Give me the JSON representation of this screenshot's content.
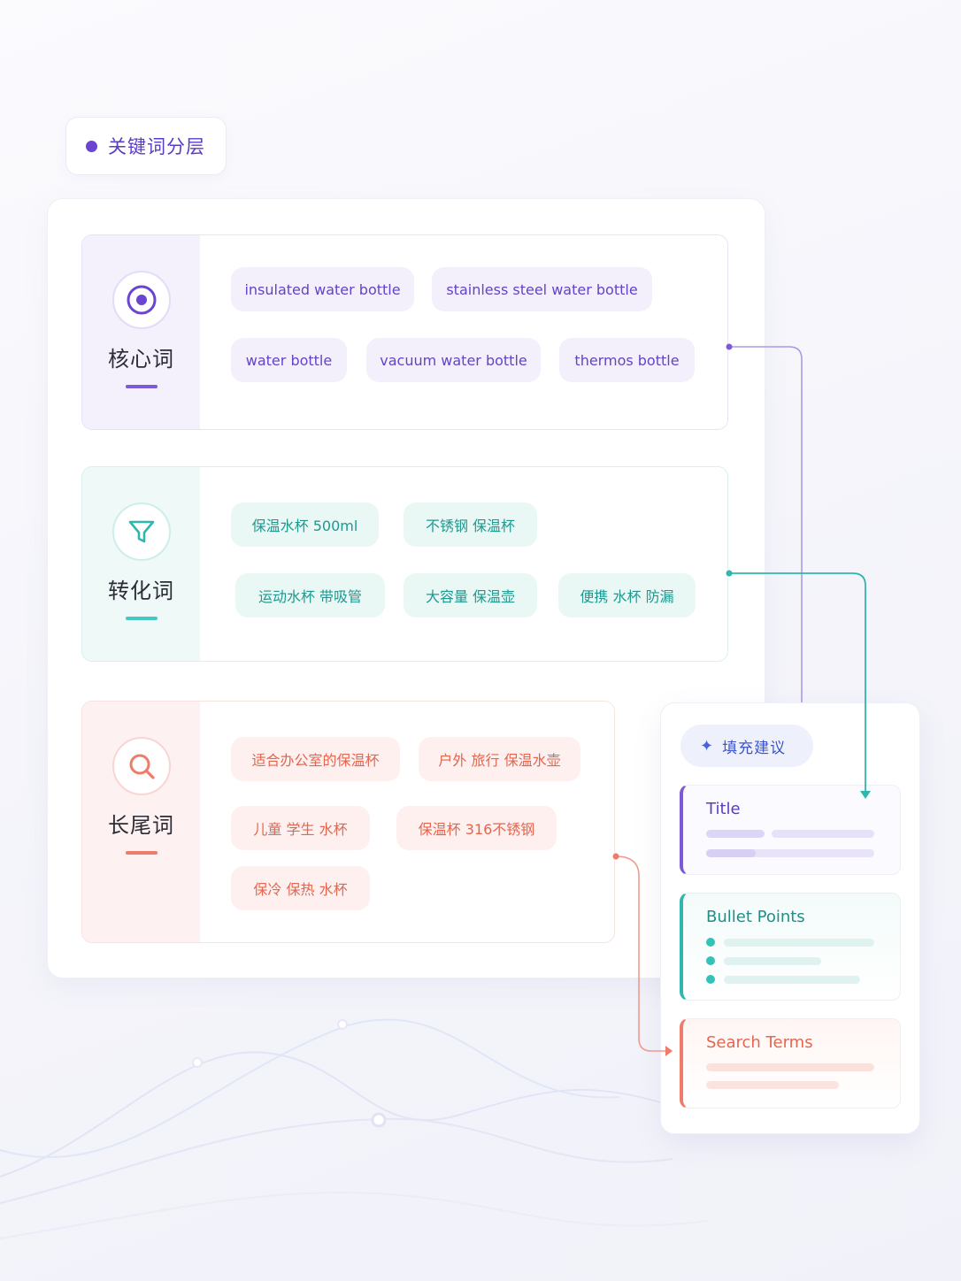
{
  "header": {
    "label": "关键词分层"
  },
  "tiers": {
    "core": {
      "label": "核心词",
      "tags": [
        "insulated water bottle",
        "stainless steel water bottle",
        "water bottle",
        "vacuum water bottle",
        "thermos bottle"
      ]
    },
    "conversion": {
      "label": "转化词",
      "tags": [
        "保温水杯 500ml",
        "不锈钢 保温杯",
        "运动水杯 带吸管",
        "大容量 保温壶",
        "便携 水杯 防漏"
      ]
    },
    "longtail": {
      "label": "长尾词",
      "tags": [
        "适合办公室的保温杯",
        "户外 旅行 保温水壶",
        "儿童 学生 水杯",
        "保温杯 316不锈钢",
        "保冷 保热 水杯"
      ]
    }
  },
  "suggestion": {
    "chip_label": "填充建议",
    "fields": {
      "title": "Title",
      "bullets": "Bullet Points",
      "search_terms": "Search Terms"
    }
  },
  "colors": {
    "core": "#7b5ad8",
    "conversion": "#2fb6ad",
    "longtail": "#ef7c6b",
    "suggestion": "#4a63d6"
  },
  "icons": {
    "core": "target-icon",
    "conversion": "filter-icon",
    "longtail": "search-icon",
    "suggestion": "sparkle-icon"
  }
}
